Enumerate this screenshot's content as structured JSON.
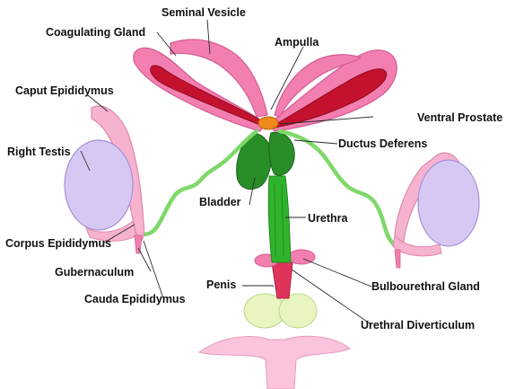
{
  "labels": {
    "seminal_vesicle": "Seminal Vesicle",
    "coagulating_gland": "Coagulating Gland",
    "ampulla": "Ampulla",
    "caput_epididymus": "Caput Epididymus",
    "ventral_prostate": "Ventral Prostate",
    "ductus_deferens": "Ductus Deferens",
    "right_testis": "Right Testis",
    "bladder": "Bladder",
    "urethra": "Urethra",
    "corpus_epididymus": "Corpus Epididymus",
    "gubernaculum": "Gubernaculum",
    "penis": "Penis",
    "bulbourethral_gland": "Bulbourethral Gland",
    "cauda_epididymus": "Cauda Epididymus",
    "urethral_diverticulum": "Urethral Diverticulum"
  },
  "colors": {
    "vesicle_pink": "#f27fb0",
    "vesicle_dark_red": "#c4122e",
    "duct_green": "#7fd86a",
    "bladder_green": "#2a8e28",
    "urethra_green": "#2fb32c",
    "testis_lavender": "#d6c8f3",
    "epididymis_pink": "#f6b3cf",
    "prostate_orange": "#f08a18",
    "penis_red": "#e0345b",
    "diverticulum_yellow": "#e9f5c0",
    "body_pink": "#f9c4dc"
  }
}
